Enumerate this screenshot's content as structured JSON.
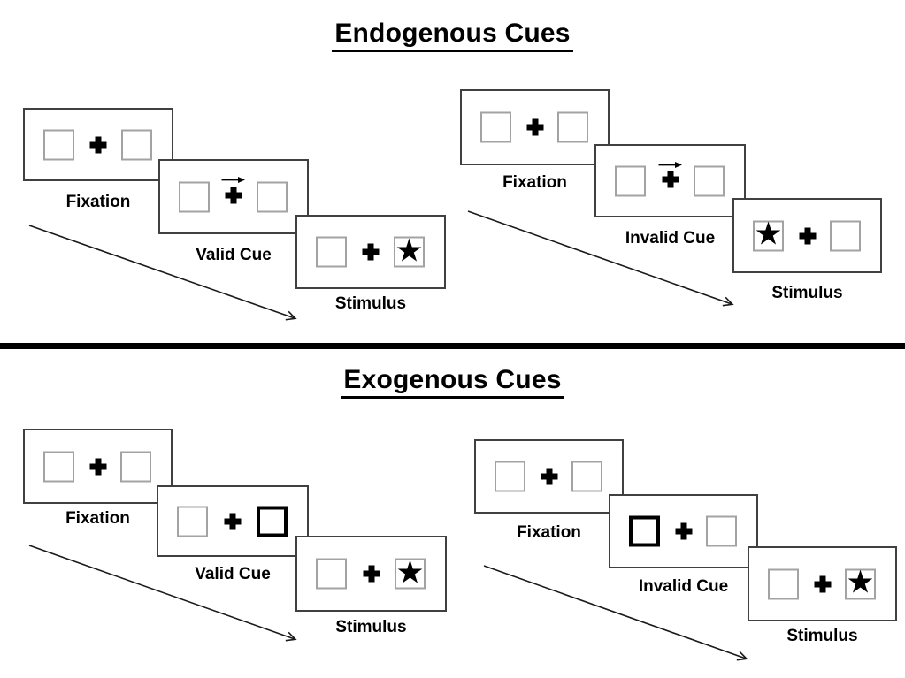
{
  "colors": {
    "background": "#ffffff",
    "panel_border": "#404040",
    "placeholder_box_border": "#a3a3a3",
    "cue_highlight_border": "#000000",
    "glyphs_and_text": "#000000",
    "divider": "#000000",
    "arrow": "#1a1a1a"
  },
  "icons": {
    "star": "★",
    "fixation_cross": "✚",
    "cue_arrow_right": "→"
  },
  "sections": [
    {
      "id": "endogenous",
      "title": "Endogenous Cues",
      "sequences": [
        {
          "name": "valid",
          "steps": [
            {
              "label": "Fixation",
              "left_box": "empty",
              "right_box": "empty"
            },
            {
              "label": "Valid Cue",
              "left_box": "empty",
              "right_box": "empty",
              "cue": "central-arrow-pointing-right"
            },
            {
              "label": "Stimulus",
              "left_box": "empty",
              "right_box": "star"
            }
          ]
        },
        {
          "name": "invalid",
          "steps": [
            {
              "label": "Fixation",
              "left_box": "empty",
              "right_box": "empty"
            },
            {
              "label": "Invalid Cue",
              "left_box": "empty",
              "right_box": "empty",
              "cue": "central-arrow-pointing-right"
            },
            {
              "label": "Stimulus",
              "left_box": "star",
              "right_box": "empty"
            }
          ]
        }
      ]
    },
    {
      "id": "exogenous",
      "title": "Exogenous Cues",
      "sequences": [
        {
          "name": "valid",
          "steps": [
            {
              "label": "Fixation",
              "left_box": "empty",
              "right_box": "empty"
            },
            {
              "label": "Valid Cue",
              "left_box": "empty",
              "right_box": "bold-highlight"
            },
            {
              "label": "Stimulus",
              "left_box": "empty",
              "right_box": "star"
            }
          ]
        },
        {
          "name": "invalid",
          "steps": [
            {
              "label": "Fixation",
              "left_box": "empty",
              "right_box": "empty"
            },
            {
              "label": "Invalid Cue",
              "left_box": "bold-highlight",
              "right_box": "empty"
            },
            {
              "label": "Stimulus",
              "left_box": "empty",
              "right_box": "star"
            }
          ]
        }
      ]
    }
  ]
}
